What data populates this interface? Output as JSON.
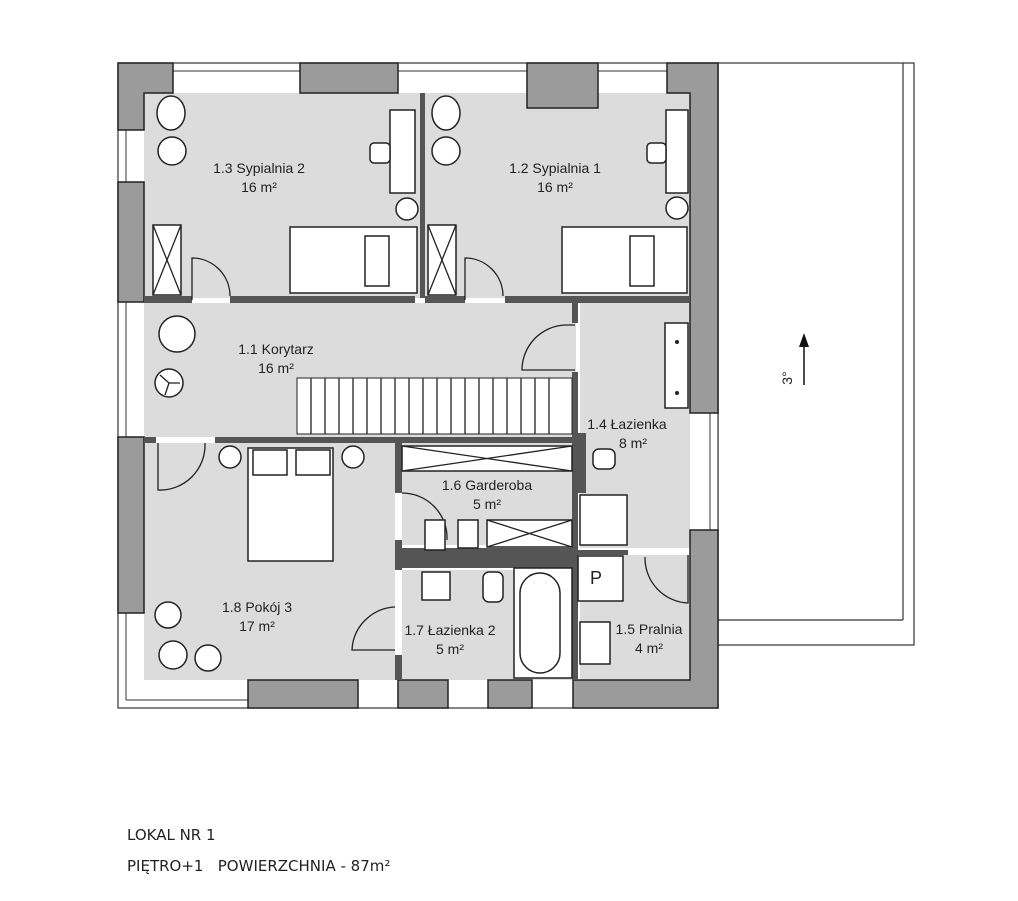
{
  "rooms": [
    {
      "id": "1.3",
      "name": "1.3 Sypialnia 2",
      "area": "16 m²"
    },
    {
      "id": "1.2",
      "name": "1.2 Sypialnia 1",
      "area": "16 m²"
    },
    {
      "id": "1.1",
      "name": "1.1 Korytarz",
      "area": "16 m²"
    },
    {
      "id": "1.4",
      "name": "1.4 Łazienka",
      "area": "8 m²"
    },
    {
      "id": "1.6",
      "name": "1.6 Garderoba",
      "area": "5 m²"
    },
    {
      "id": "1.8",
      "name": "1.8 Pokój 3",
      "area": "17 m²"
    },
    {
      "id": "1.7",
      "name": "1.7 Łazienka 2",
      "area": "5 m²"
    },
    {
      "id": "1.5",
      "name": "1.5 Pralnia",
      "area": "4 m²"
    }
  ],
  "boiler_label": "P",
  "slope_label": "3°",
  "caption": {
    "line1": "LOKAL NR 1",
    "floor": "PIĘTRO+1",
    "area": "POWIERZCHNIA - 87m²"
  },
  "colors": {
    "room": "#dcdcdc",
    "wall": "#9b9b9b"
  }
}
